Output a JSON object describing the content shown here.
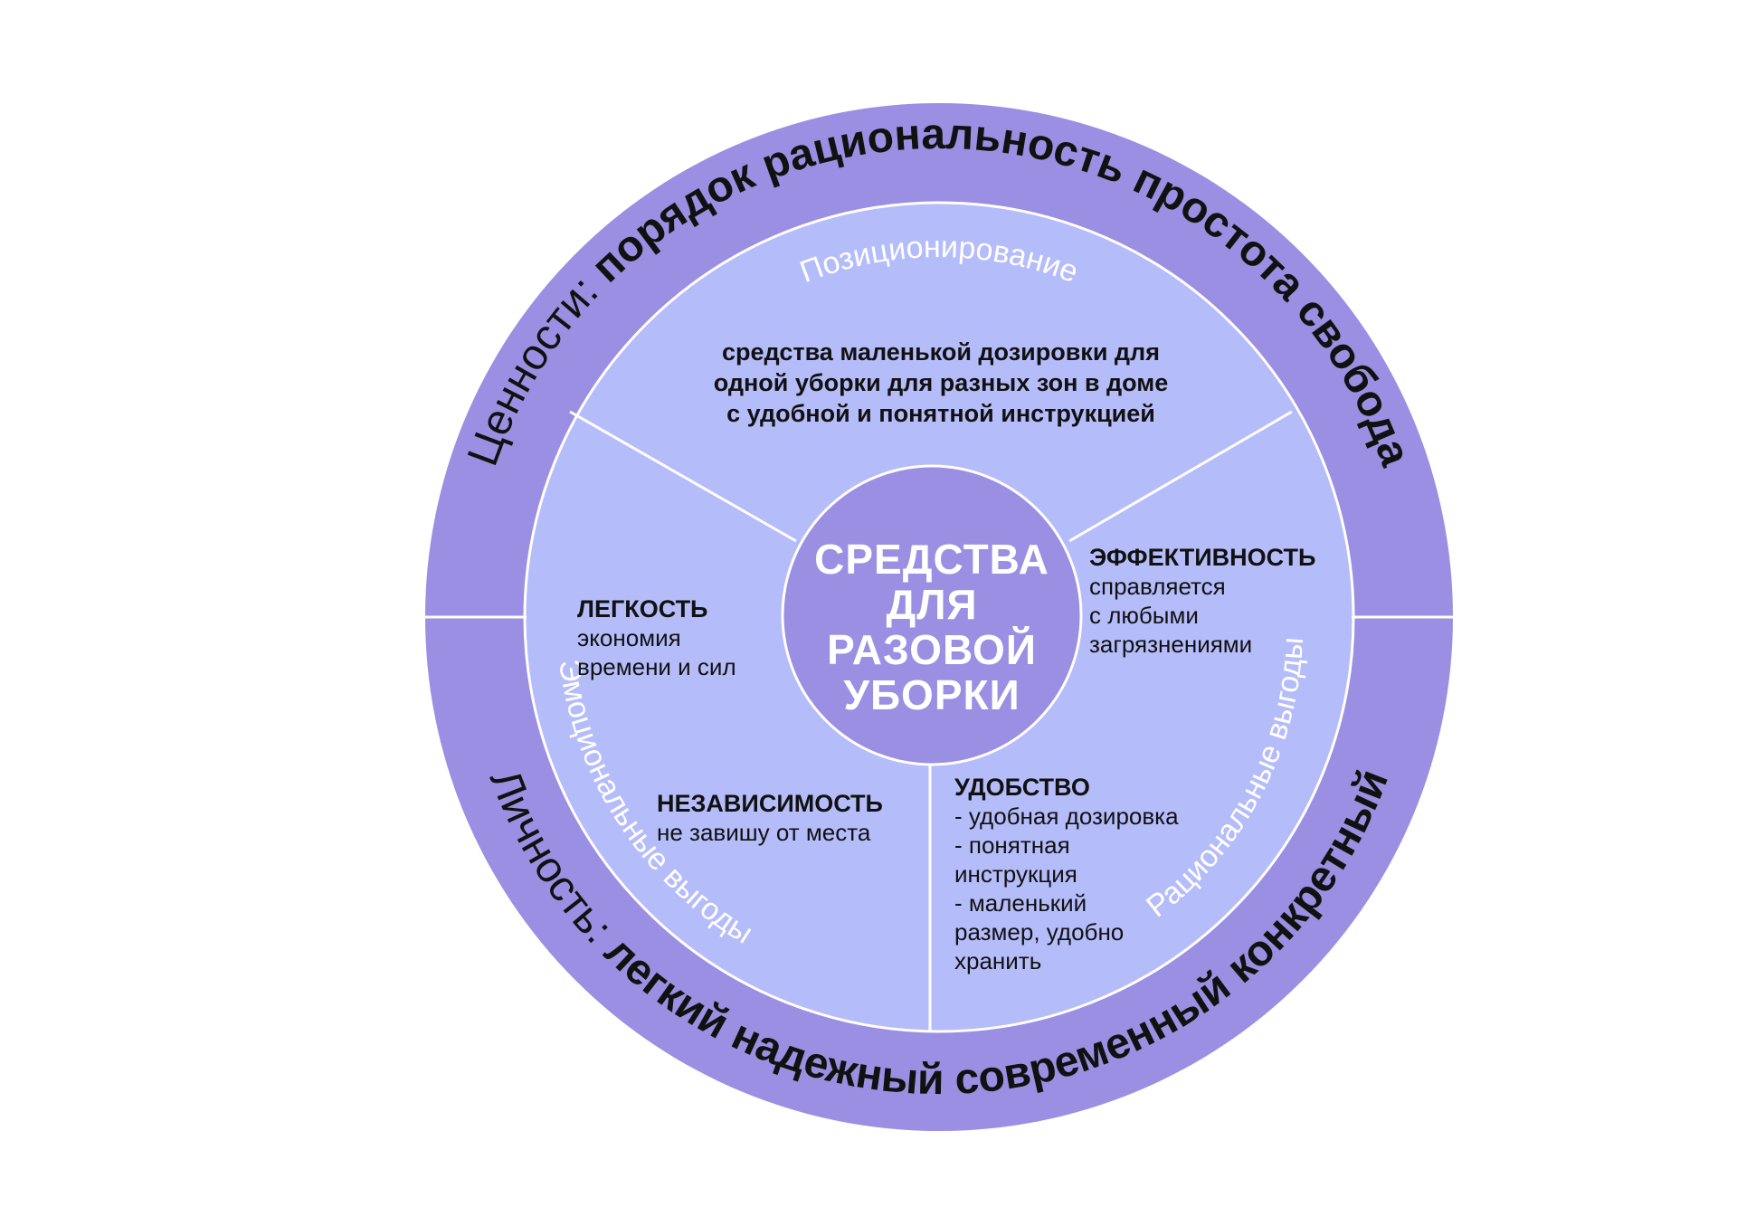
{
  "center": {
    "lines": [
      "СРЕДСТВА",
      "ДЛЯ",
      "РАЗОВОЙ",
      "УБОРКИ"
    ]
  },
  "outer_ring": {
    "values": {
      "prefix": "Ценности:",
      "items": "порядок рациональность простота свобода"
    },
    "personality": {
      "prefix": "Личность:",
      "items": "легкий  надежный современный конкретный"
    }
  },
  "sectors": {
    "positioning": {
      "label": "Позиционирование",
      "lines": [
        "средства маленькой дозировки для",
        "одной уборки для разных зон в доме",
        "с удобной и понятной инструкцией"
      ]
    },
    "emotional": {
      "label": "Эмоциональные выгоды"
    },
    "rational": {
      "label": "Рациональные выгоды"
    }
  },
  "benefits": {
    "lightness": {
      "title": "ЛЕГКОСТЬ",
      "lines": [
        "экономия",
        "времени и сил"
      ]
    },
    "independence": {
      "title": "НЕЗАВИСИМОСТЬ",
      "lines": [
        "не завишу от места"
      ]
    },
    "efficiency": {
      "title": "ЭФФЕКТИВНОСТЬ",
      "lines": [
        "справляется",
        "с любыми",
        "загрязнениями"
      ]
    },
    "convenience": {
      "title": "УДОБСТВО",
      "lines": [
        "- удобная дозировка",
        "- понятная",
        "инструкция",
        "- маленький",
        "размер, удобно",
        "хранить"
      ]
    }
  },
  "colors": {
    "outer_ring": "#9a8fe2",
    "inner_circle": "#b5bcfa",
    "center": "#9a8fe2",
    "lines": "#ffffff",
    "text": "#111111"
  }
}
